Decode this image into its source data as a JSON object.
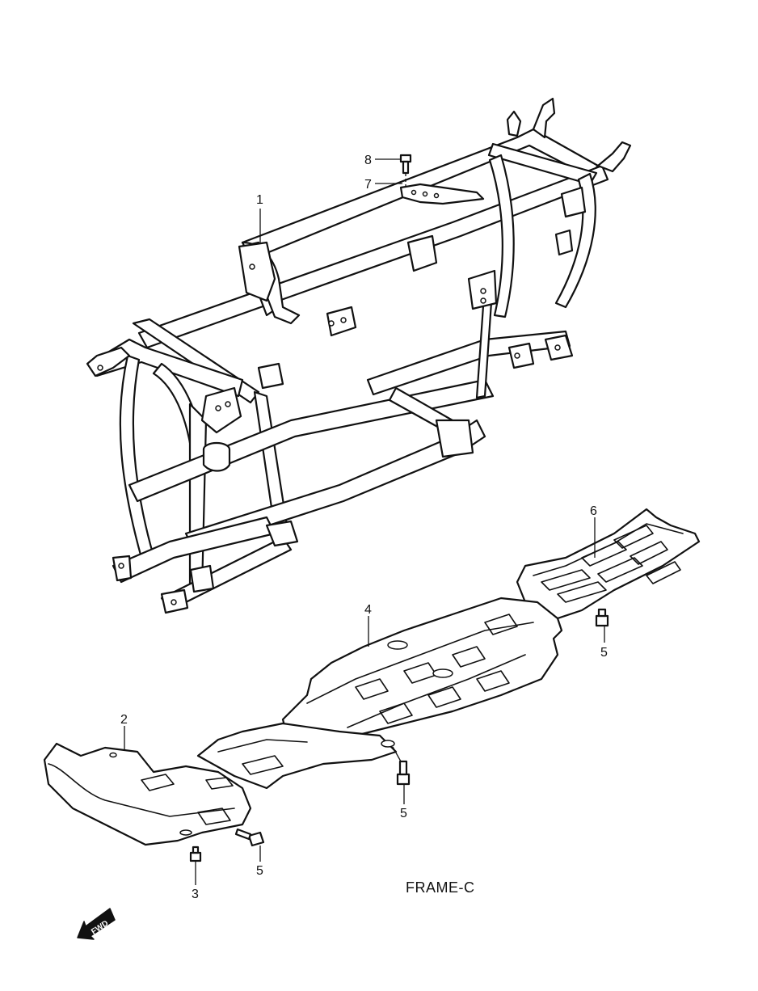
{
  "callouts": {
    "c1": "1",
    "c2": "2",
    "c3": "3",
    "c4": "4",
    "c5a": "5",
    "c5b": "5",
    "c5c": "5",
    "c6": "6",
    "c7": "7",
    "c8": "8"
  },
  "caption": "FRAME-C",
  "fwd_badge": "FWD",
  "icons": {
    "fwd": "forward-arrow-icon"
  }
}
